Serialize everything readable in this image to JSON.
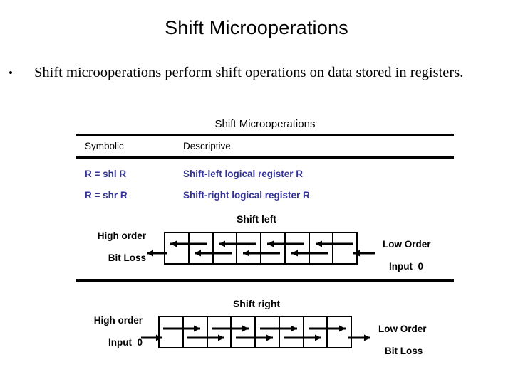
{
  "slide": {
    "title": "Shift Microoperations",
    "bullet_marker": "•",
    "bullet_text": "Shift microoperations perform shift operations on data stored in registers."
  },
  "table": {
    "caption": "Shift Microoperations",
    "columns": [
      "Symbolic",
      "Descriptive"
    ],
    "rows": [
      {
        "symbolic": "R = shl R",
        "descriptive": "Shift-left logical register R"
      },
      {
        "symbolic": "R = shr R",
        "descriptive": "Shift-right logical register R"
      }
    ],
    "row_text_color": "#333399",
    "header_text_color": "#000000",
    "rule_color": "#000000"
  },
  "diagrams": [
    {
      "title": "Shift left",
      "direction": "left",
      "cell_count": 8,
      "left_labels": [
        "High order",
        "Bit Loss"
      ],
      "right_labels": [
        "Low Order",
        "Input  0"
      ]
    },
    {
      "title": "Shift right",
      "direction": "right",
      "cell_count": 8,
      "left_labels": [
        "High order",
        "Input  0"
      ],
      "right_labels": [
        "Low Order",
        "Bit Loss"
      ]
    }
  ]
}
